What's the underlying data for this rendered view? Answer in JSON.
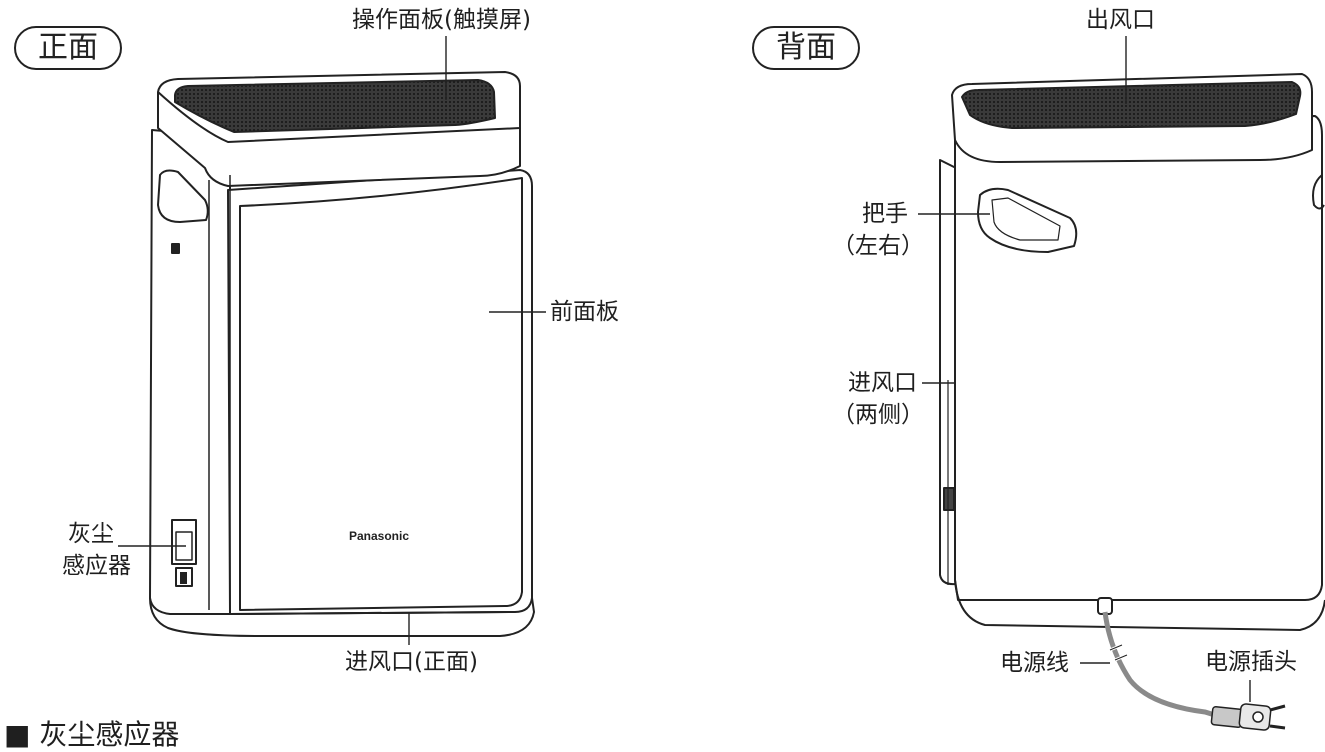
{
  "views": {
    "front": {
      "tag": "正面",
      "labels": {
        "control_panel": "操作面板(触摸屏)",
        "front_panel": "前面板",
        "dust_sensor_line1": "灰尘",
        "dust_sensor_line2": "感应器",
        "air_inlet_front": "进风口(正面)"
      },
      "brand": "Panasonic"
    },
    "back": {
      "tag": "背面",
      "labels": {
        "air_outlet": "出风口",
        "handle_line1": "把手",
        "handle_line2": "（左右）",
        "air_inlet_sides_line1": "进风口",
        "air_inlet_sides_line2": "（两侧）",
        "power_cord": "电源线",
        "power_plug": "电源插头"
      }
    }
  },
  "footer_heading": "■ 灰尘感应器",
  "colors": {
    "outline": "#222222",
    "body_fill": "#ffffff",
    "filter_grid": "#2b2b2b",
    "cord": "#8a8a8a",
    "plug": "#c8c8c8"
  }
}
